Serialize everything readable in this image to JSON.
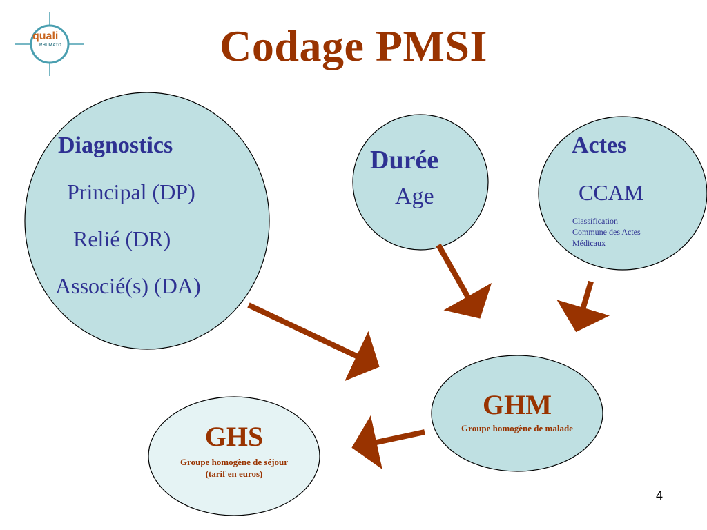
{
  "slide": {
    "title": "Codage PMSI",
    "page_number": "4"
  },
  "logo": {
    "line1": "quali",
    "line2": "RHUMATO"
  },
  "nodes": {
    "diagnostics": {
      "heading": "Diagnostics",
      "items": [
        "Principal (DP)",
        "Relié (DR)",
        "Associé(s) (DA)"
      ]
    },
    "duree": {
      "heading": "Durée",
      "subtitle": "Age"
    },
    "actes": {
      "heading": "Actes",
      "subtitle": "CCAM",
      "detail_lines": [
        "Classification",
        "Commune des Actes",
        "Médicaux"
      ]
    },
    "ghm": {
      "heading": "GHM",
      "subtitle": "Groupe homogène de malade"
    },
    "ghs": {
      "heading": "GHS",
      "subtitle_lines": [
        "Groupe homogène de séjour",
        "(tarif en euros)"
      ]
    }
  },
  "colors": {
    "title": "#993300",
    "node_fill": "#bfe0e2",
    "ghs_fill": "#e5f3f4",
    "node_text_blue": "#2e3192",
    "arrow": "#993300"
  }
}
